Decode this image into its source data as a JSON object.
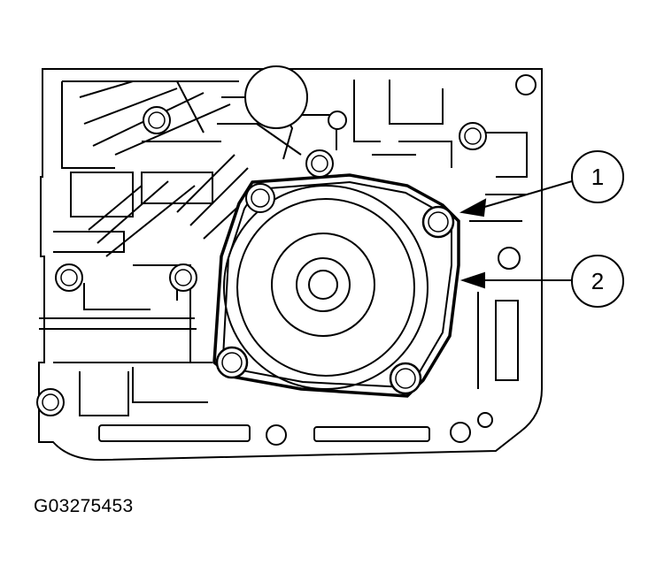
{
  "figure": {
    "id": "G03275453",
    "callouts": [
      {
        "label": "1"
      },
      {
        "label": "2"
      }
    ]
  },
  "colors": {
    "line": "#000000",
    "fill": "#ffffff",
    "shade": "#c8c8c8"
  }
}
